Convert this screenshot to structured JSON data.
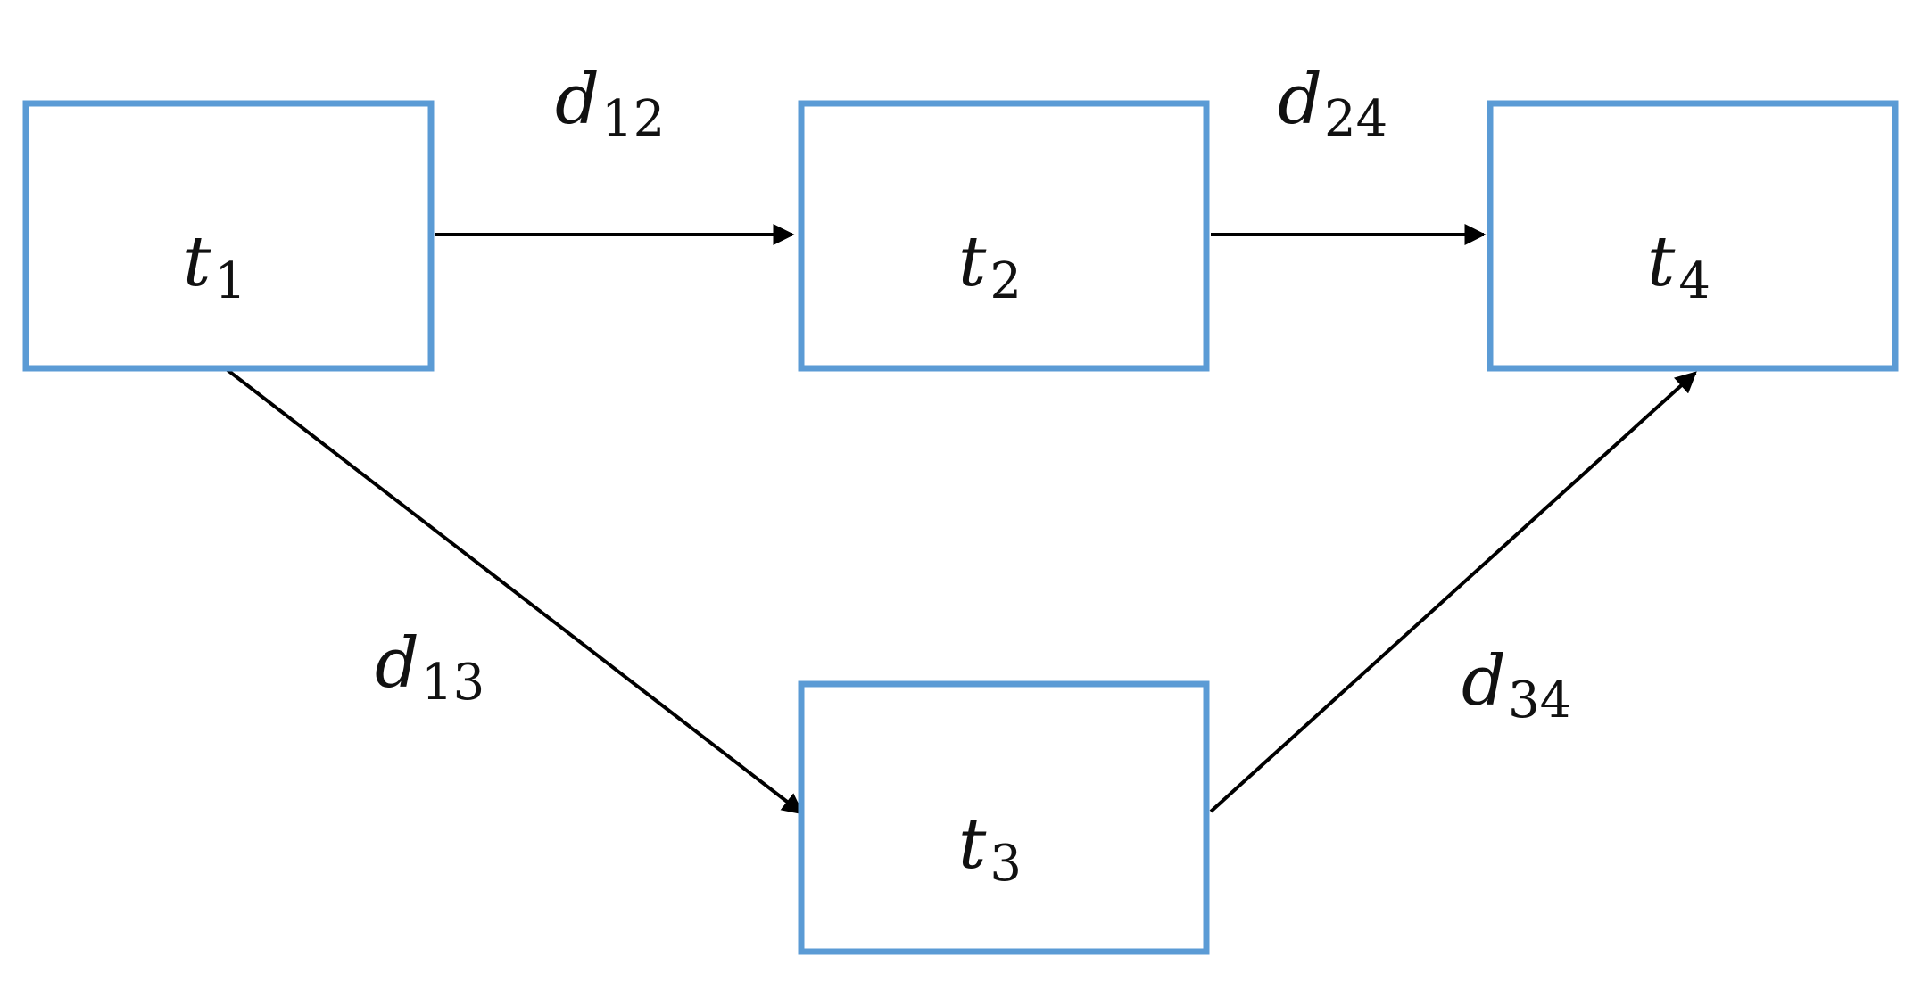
{
  "diagram": {
    "type": "directed-graph",
    "colors": {
      "box_border": "#5b9bd5",
      "arrow": "#000000",
      "text": "#111111"
    },
    "nodes": [
      {
        "id": "t1",
        "var": "t",
        "sub": "1"
      },
      {
        "id": "t2",
        "var": "t",
        "sub": "2"
      },
      {
        "id": "t4",
        "var": "t",
        "sub": "4"
      },
      {
        "id": "t3",
        "var": "t",
        "sub": "3"
      }
    ],
    "edges": [
      {
        "from": "t1",
        "to": "t2",
        "var": "d",
        "sub": "12"
      },
      {
        "from": "t2",
        "to": "t4",
        "var": "d",
        "sub": "24"
      },
      {
        "from": "t1",
        "to": "t3",
        "var": "d",
        "sub": "13"
      },
      {
        "from": "t3",
        "to": "t4",
        "var": "d",
        "sub": "34"
      }
    ]
  }
}
